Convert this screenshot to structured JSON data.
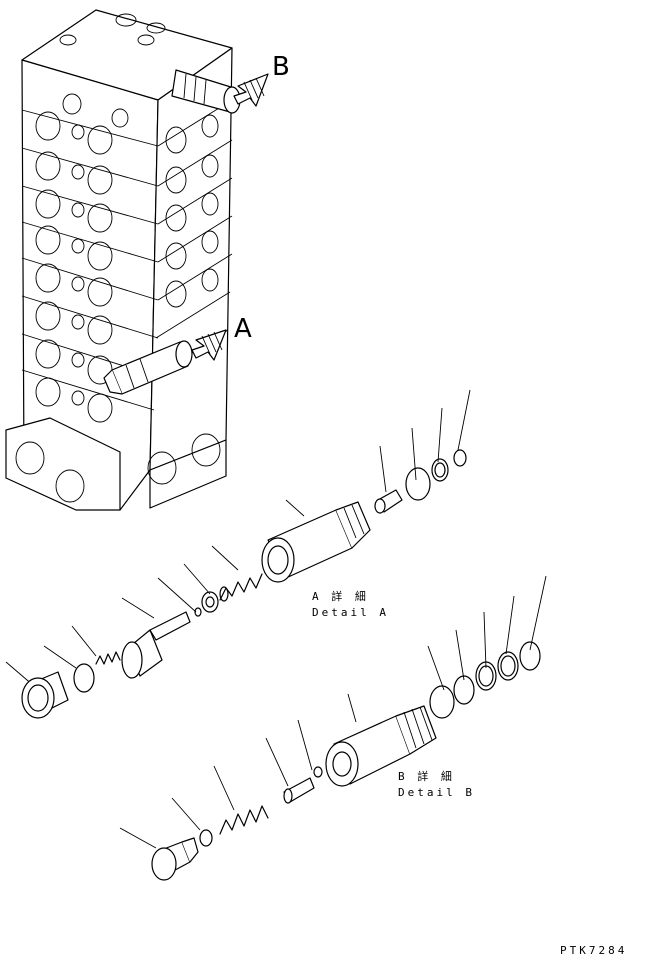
{
  "labels": {
    "arrow_b": "B",
    "arrow_a": "A",
    "detail_a_jp": "A 詳 細",
    "detail_a_en": "Detail A",
    "detail_b_jp": "B 詳 細",
    "detail_b_en": "Detail B",
    "part_code": "PTK7284"
  }
}
